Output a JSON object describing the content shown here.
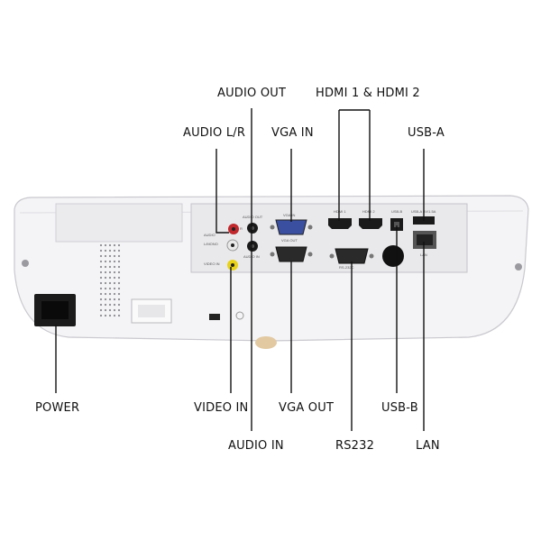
{
  "callouts": {
    "audio_out": "AUDIO OUT",
    "hdmi": "HDMI 1 & HDMI 2",
    "audio_lr": "AUDIO L/R",
    "vga_in": "VGA IN",
    "usb_a": "USB-A",
    "power": "POWER",
    "video_in": "VIDEO IN",
    "vga_out": "VGA OUT",
    "usb_b": "USB-B",
    "audio_in": "AUDIO IN",
    "rs232": "RS232",
    "lan": "LAN"
  },
  "panel_text": {
    "audio": "AUDIO",
    "l_mono": "L/MONO",
    "r": "R",
    "video_in": "VIDEO IN",
    "audio_out": "AUDIO OUT",
    "audio_in": "AUDIO IN",
    "vga_in": "VGA IN",
    "vga_out": "VGA OUT",
    "hdmi1": "HDMI 1",
    "hdmi2": "HDMI 2",
    "rs232c": "RS-232C",
    "usb_b": "USB-B",
    "usb_a": "USB-A 5V/1.5A",
    "lan": "LAN"
  },
  "colors": {
    "body": "#f4f4f6",
    "panel": "#e9e9ec",
    "port_dark": "#1a1a1a",
    "vga_in": "#3a4fa0",
    "red_jack": "#c0282d",
    "white_jack": "#eaeaea",
    "yellow_jack": "#e8d21a"
  }
}
